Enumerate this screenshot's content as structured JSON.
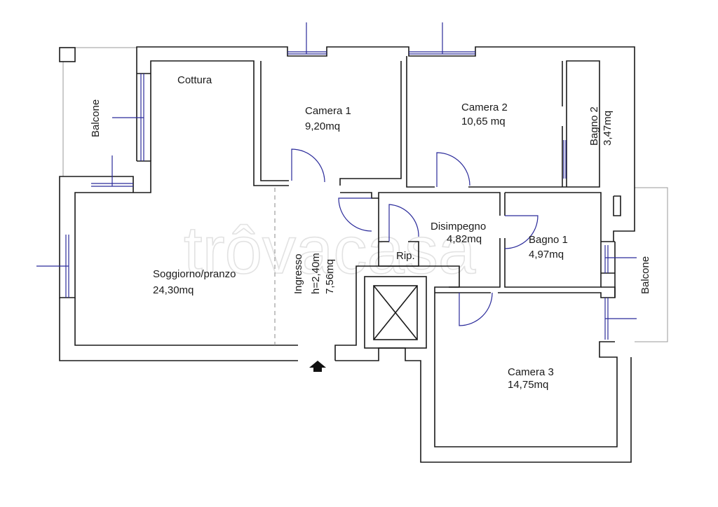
{
  "watermark": "trôvacasa",
  "rooms": {
    "cottura": "Cottura",
    "camera1_name": "Camera 1",
    "camera1_area": "9,20mq",
    "camera2_name": "Camera 2",
    "camera2_area": "10,65 mq",
    "bagno2_name": "Bagno 2",
    "bagno2_area": "3,47mq",
    "balcone_left": "Balcone",
    "balcone_right": "Balcone",
    "disimpegno_name": "Disimpegno",
    "disimpegno_area": "4,82mq",
    "bagno1_name": "Bagno 1",
    "bagno1_area": "4,97mq",
    "rip": "Rip.",
    "soggiorno_name": "Soggiorno/pranzo",
    "soggiorno_area": "24,30mq",
    "ingresso_name": "Ingresso",
    "ingresso_height": "h=2,40m",
    "ingresso_area": "7,56mq",
    "camera3_name": "Camera 3",
    "camera3_area": "14,75mq"
  }
}
